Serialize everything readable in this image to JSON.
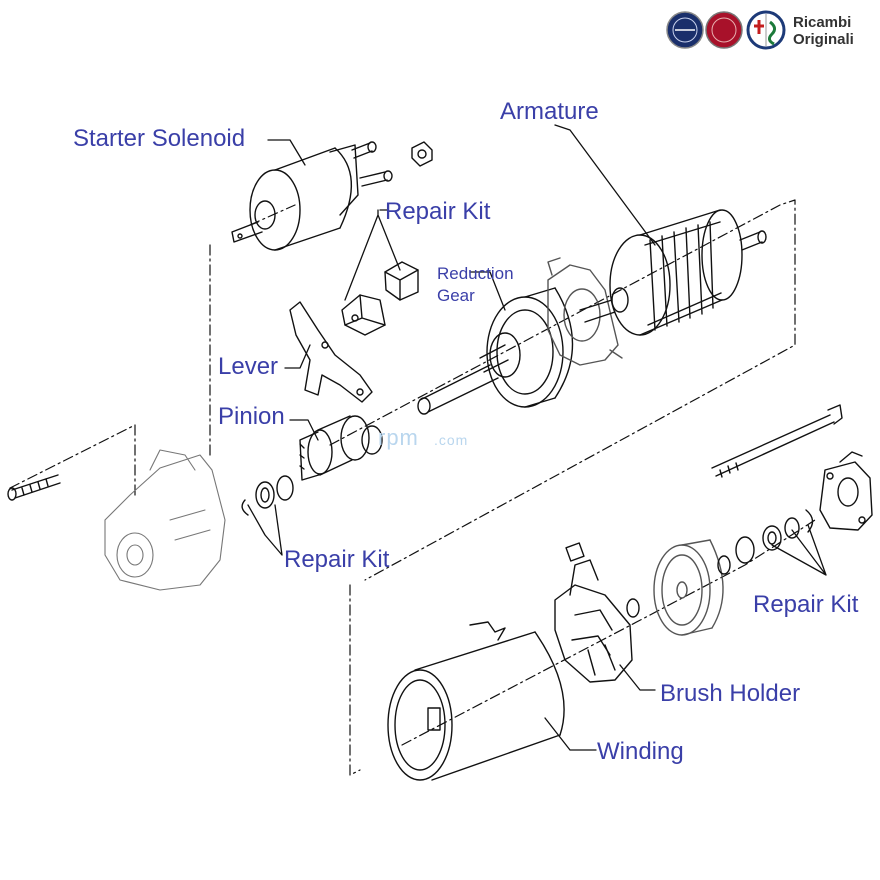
{
  "brand": {
    "line1": "Ricambi",
    "line2": "Originali",
    "logos": [
      "lancia-logo",
      "fiat-logo",
      "alfa-romeo-logo"
    ]
  },
  "watermark": {
    "main": "rpm",
    "suffix": ".com"
  },
  "labels": {
    "starter_solenoid": "Starter Solenoid",
    "armature": "Armature",
    "repair_kit_top": "Repair Kit",
    "reduction": "Reduction",
    "gear": "Gear",
    "lever": "Lever",
    "pinion": "Pinion",
    "repair_kit_left": "Repair Kit",
    "repair_kit_right": "Repair Kit",
    "brush_holder": "Brush Holder",
    "winding": "Winding"
  },
  "colors": {
    "label": "#3a3fa8",
    "line": "#111111",
    "watermark": "#b9d6ee"
  }
}
